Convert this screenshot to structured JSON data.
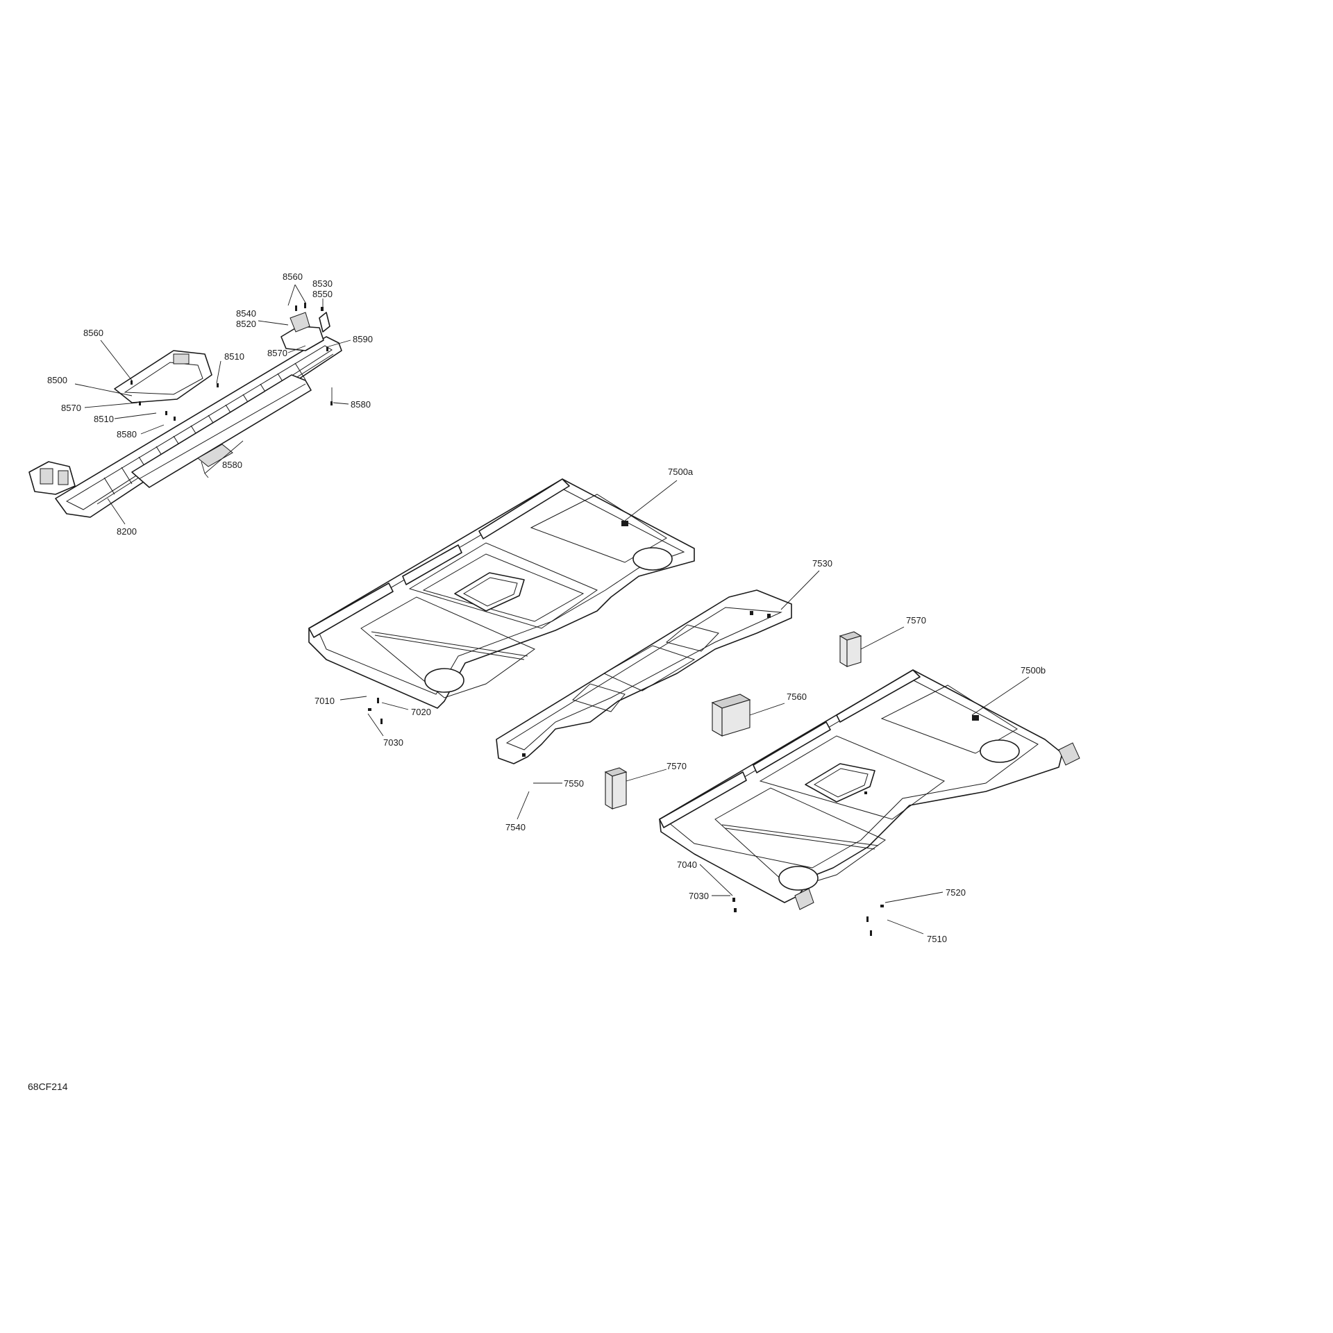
{
  "diagram_code": "68CF214",
  "callouts": {
    "c8560a": "8560",
    "c8530": "8530",
    "c8550": "8550",
    "c8540": "8540",
    "c8520": "8520",
    "c8590": "8590",
    "c8560b": "8560",
    "c8510a": "8510",
    "c8570a": "8570",
    "c8500": "8500",
    "c8570b": "8570",
    "c8510b": "8510",
    "c8580a": "8580",
    "c8580b": "8580",
    "c8580c": "8580",
    "c8200": "8200",
    "c7500a": "7500a",
    "c7530": "7530",
    "c7570a": "7570",
    "c7500b": "7500b",
    "c7560": "7560",
    "c7010": "7010",
    "c7020": "7020",
    "c7030a": "7030",
    "c7570b": "7570",
    "c7550": "7550",
    "c7540": "7540",
    "c7040": "7040",
    "c7030b": "7030",
    "c7520": "7520",
    "c7510": "7510"
  }
}
